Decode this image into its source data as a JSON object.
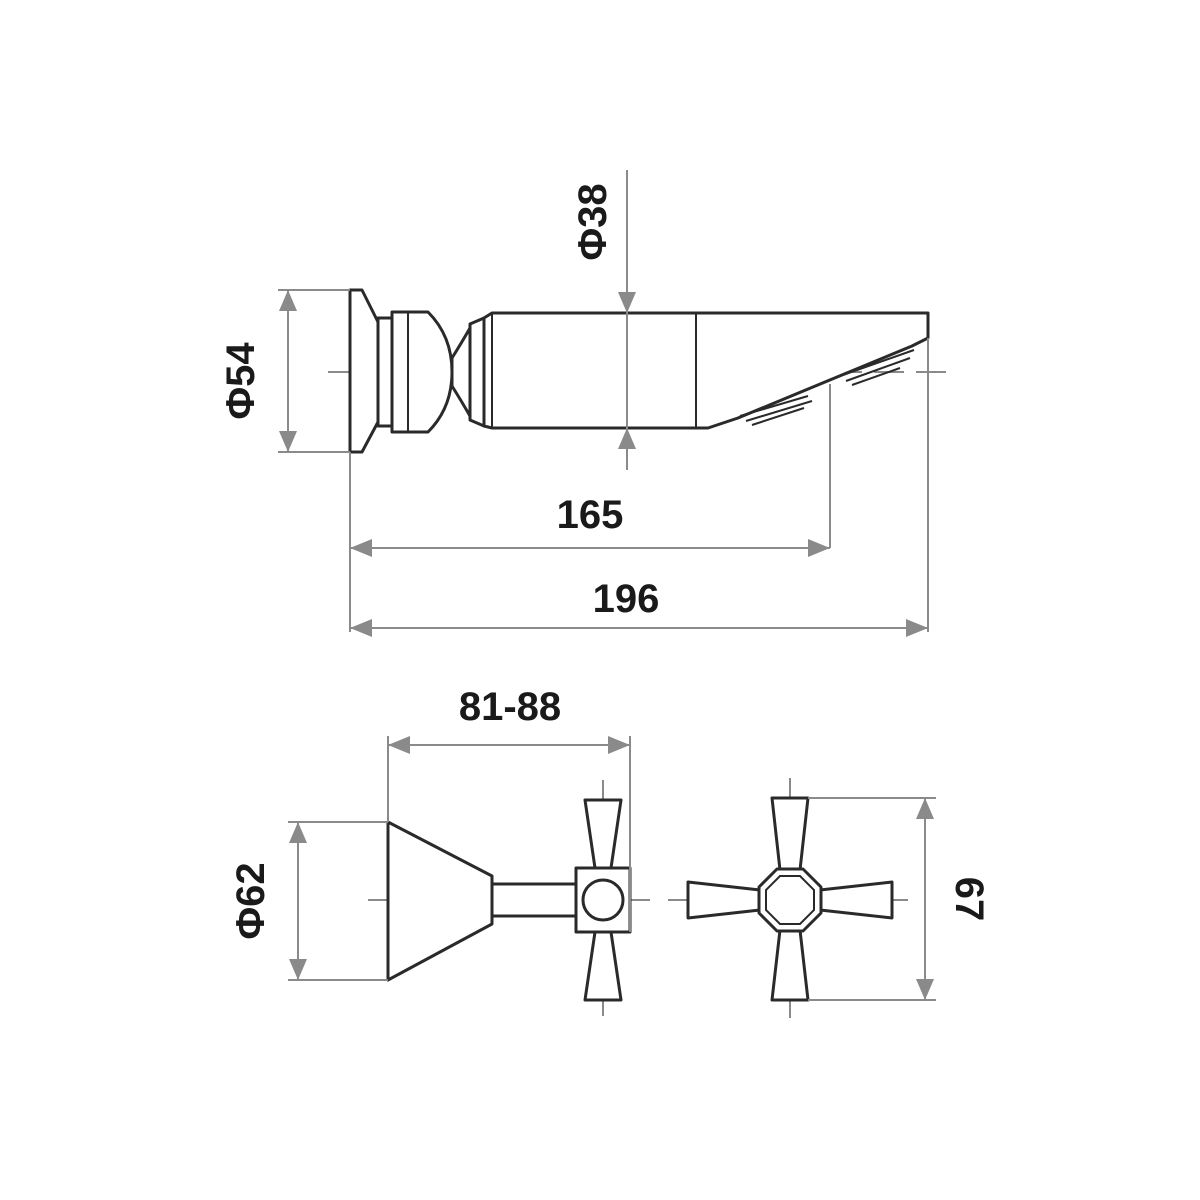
{
  "dimensions": {
    "top_diameter_38": "Φ38",
    "top_diameter_54": "Φ54",
    "length_165": "165",
    "length_196": "196",
    "range_81_88": "81-88",
    "bottom_diameter_62": "Φ62",
    "height_67": "67"
  },
  "colors": {
    "outline": "#2a2a2a",
    "dimension": "#8a8a8a"
  }
}
